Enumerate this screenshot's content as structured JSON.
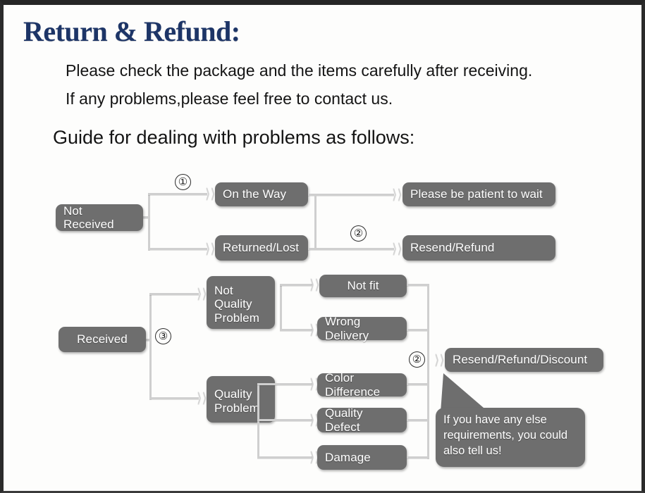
{
  "header": {
    "title": "Return & Refund:",
    "line1": "Please check the package and the items carefully after receiving.",
    "line2": "If any problems,please feel free to contact us.",
    "guide": "Guide for dealing with problems as follows:"
  },
  "markers": {
    "one": "①",
    "two_top": "②",
    "three": "③",
    "two_bottom": "②"
  },
  "nodes": {
    "not_received": "Not Received",
    "on_the_way": "On the Way",
    "returned_lost": "Returned/Lost",
    "please_wait": "Please be patient to wait",
    "resend_refund": "Resend/Refund",
    "received": "Received",
    "not_quality_problem_l1": "Not",
    "not_quality_problem_l2": "Quality",
    "not_quality_problem_l3": "Problem",
    "not_fit": "Not fit",
    "wrong_delivery": "Wrong Delivery",
    "quality_problem_l1": "Quality",
    "quality_problem_l2": "Problem",
    "color_difference": "Color Difference",
    "quality_defect": "Quality Defect",
    "damage": "Damage",
    "resend_refund_discount": "Resend/Refund/Discount"
  },
  "bubble": {
    "line1": "If you have any else",
    "line2": "requirements, you could",
    "line3": "also tell us!"
  },
  "colors": {
    "title": "#1d3567",
    "node_fill": "#6e6e6e",
    "node_text": "#ffffff",
    "connector": "#cfcfcf",
    "frame": "#2b2b2b",
    "page_bg": "#fdfdfc"
  },
  "icons": {
    "arrow": "⟩⟩"
  }
}
